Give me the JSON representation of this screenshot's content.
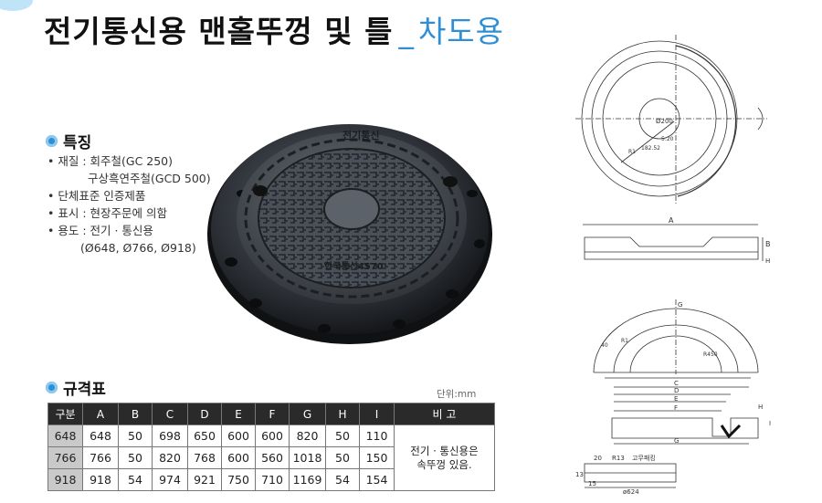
{
  "header": {
    "title": "전기통신용 맨홀뚜껑 및 틀",
    "separator": "_",
    "subtitle": "차도용"
  },
  "features": {
    "heading": "특징",
    "items": [
      {
        "label": "• 재질 : 회주철(GC 250)",
        "continuation": "구상흑연주철(GCD 500)"
      },
      {
        "label": "• 단체표준 인증제품",
        "continuation": ""
      },
      {
        "label": "• 표시 : 현장주문에 의함",
        "continuation": ""
      },
      {
        "label": "• 용도 : 전기 · 통신용",
        "continuation": "(Ø648, Ø766, Ø918)"
      }
    ]
  },
  "spec_table": {
    "heading": "규격표",
    "unit": "단위:mm",
    "headers": [
      "구분",
      "A",
      "B",
      "C",
      "D",
      "E",
      "F",
      "G",
      "H",
      "I",
      "비 고"
    ],
    "rows": [
      [
        "648",
        "648",
        "50",
        "698",
        "650",
        "600",
        "600",
        "820",
        "50",
        "110"
      ],
      [
        "766",
        "766",
        "50",
        "820",
        "768",
        "600",
        "560",
        "1018",
        "50",
        "150"
      ],
      [
        "918",
        "918",
        "54",
        "974",
        "921",
        "750",
        "710",
        "1169",
        "54",
        "154"
      ]
    ],
    "note_line1": "전기 · 통신용은",
    "note_line2": "속뚜껑 있음."
  },
  "photo": {
    "lid_text_top": "전기통신",
    "lid_text_bottom": "한국통신4570"
  },
  "drawings": {
    "top_view": {
      "d200": "Ø200",
      "r": "R1",
      "d182": "182.52",
      "ratio": "5:20"
    },
    "side_view": {
      "A": "A",
      "B": "B",
      "H": "H"
    },
    "frame_view": {
      "G": "G",
      "R1": "R1",
      "R450": "R450",
      "d40": "40"
    },
    "section_view": {
      "C": "C",
      "D": "D",
      "E": "E",
      "F": "F",
      "G": "G",
      "H": "H",
      "I": "I",
      "d20": "20",
      "r13": "R13",
      "gasket": "고무패킹",
      "d13": "13",
      "d15": "15",
      "d624": "ø624"
    }
  }
}
